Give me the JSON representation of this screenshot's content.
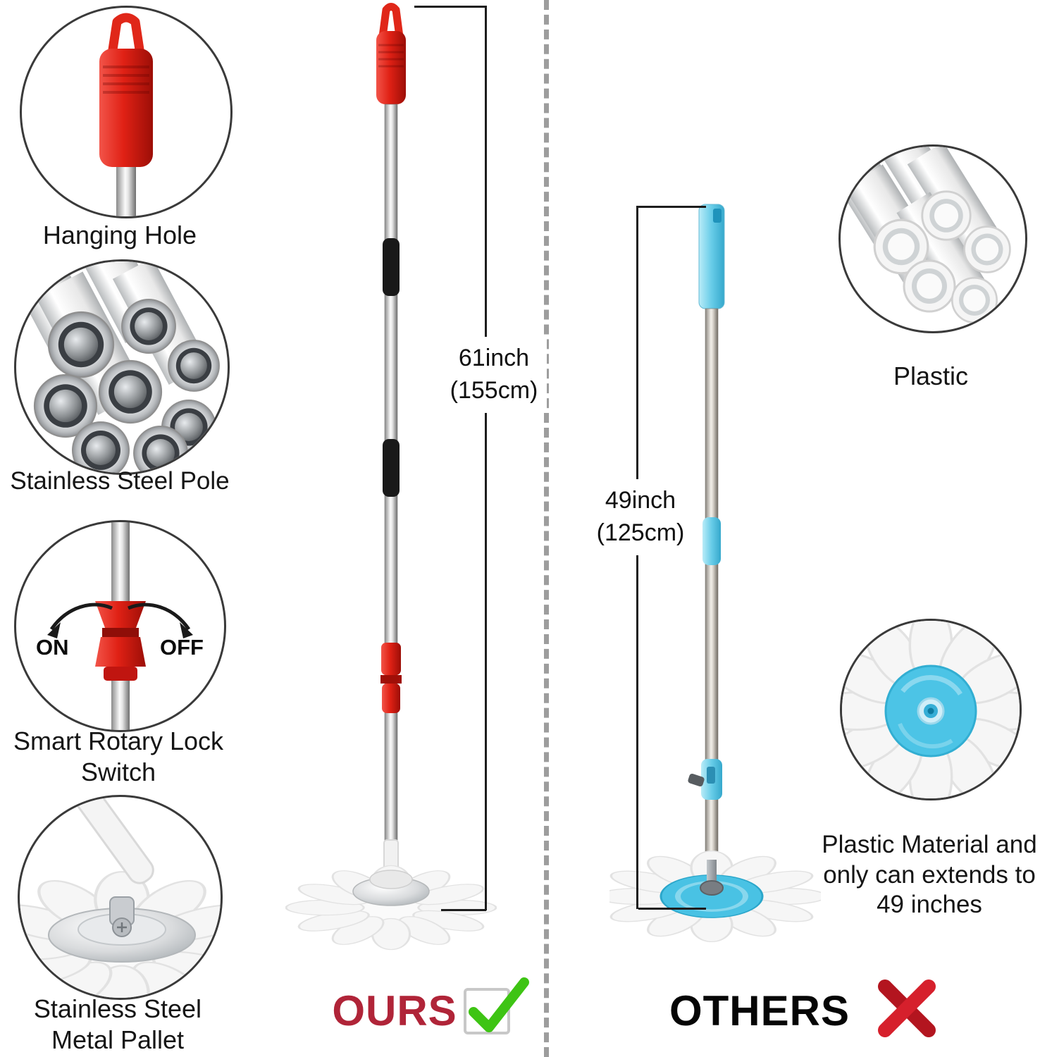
{
  "left_callouts": [
    {
      "label": "Hanging Hole"
    },
    {
      "label": "Stainless Steel Pole"
    },
    {
      "label": "Smart Rotary Lock Switch"
    },
    {
      "label": "Stainless Steel Metal Pallet"
    }
  ],
  "rotary": {
    "on_label": "ON",
    "off_label": "OFF"
  },
  "ours": {
    "name_label": "OURS",
    "height_inch": "61inch",
    "height_cm": "(155cm)"
  },
  "others": {
    "name_label": "OTHERS",
    "height_inch": "49inch",
    "height_cm": "(125cm)"
  },
  "right_callouts": [
    {
      "label": "Plastic"
    },
    {
      "label": "Plastic Material and only can extends to 49 inches"
    }
  ],
  "colors": {
    "ours_accent": "#e02719",
    "others_accent": "#5ec8e6",
    "ours_label": "#b02438",
    "check_green": "#3ec414",
    "cross_red": "#d6202c",
    "divider_gray": "#9d9d9d"
  }
}
